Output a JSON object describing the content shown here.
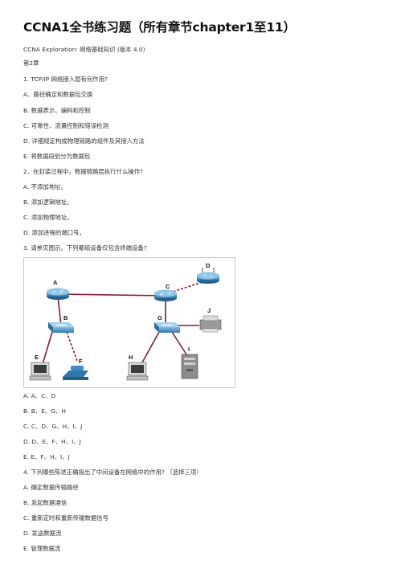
{
  "document": {
    "title": "CCNA1全书练习题（所有章节chapter1至11）",
    "subtitle": "CCNA Exploration: 网络基础知识 (版本 4.0)",
    "chapter": "第2章"
  },
  "questions": [
    {
      "text": "1. TCP/IP 网络接入层有何作用?",
      "options": [
        "A．路径确定和数据包交换",
        "B. 数据表示、编码和控制",
        "C. 可靠性、流量控制和错误检测",
        "D. 详细规定构成物理链路的组件及其接入方法",
        "E. 将数据段划分为数据包"
      ]
    },
    {
      "text": "2．在封装过程中，数据链路层执行什么操作?",
      "options": [
        "A. 不添加地址。",
        "B. 添加逻辑地址。",
        "C. 添加物理地址。",
        "D. 添加进程的端口号。"
      ]
    },
    {
      "text": "3. 请参见图示。下列哪组设备仅包含终端设备?",
      "options": [
        "A. A、C、D",
        "B. B、E、G、H",
        "C. C、D、G、H、I、J",
        "D. D、E、F、H、I、J",
        "E. E、F、H、I、J"
      ]
    },
    {
      "text": "4. 下列哪些陈述正确指出了中间设备在网络中的作用? （选择三项）",
      "options": [
        "A. 确定数据传输路径",
        "B. 发起数据通信",
        "C. 重新定时和重新传输数据信号",
        "D. 发送数据流",
        "E. 管理数据流"
      ]
    }
  ],
  "diagram": {
    "labels": {
      "A": "A",
      "B": "B",
      "C": "C",
      "D": "D",
      "E": "E",
      "F": "F",
      "G": "G",
      "H": "H",
      "I": "I",
      "J": "J"
    },
    "colors": {
      "router": "#3d8fc4",
      "switch": "#3d8fc4",
      "link": "#8b1a2b",
      "device": "#6e6e6e"
    }
  }
}
